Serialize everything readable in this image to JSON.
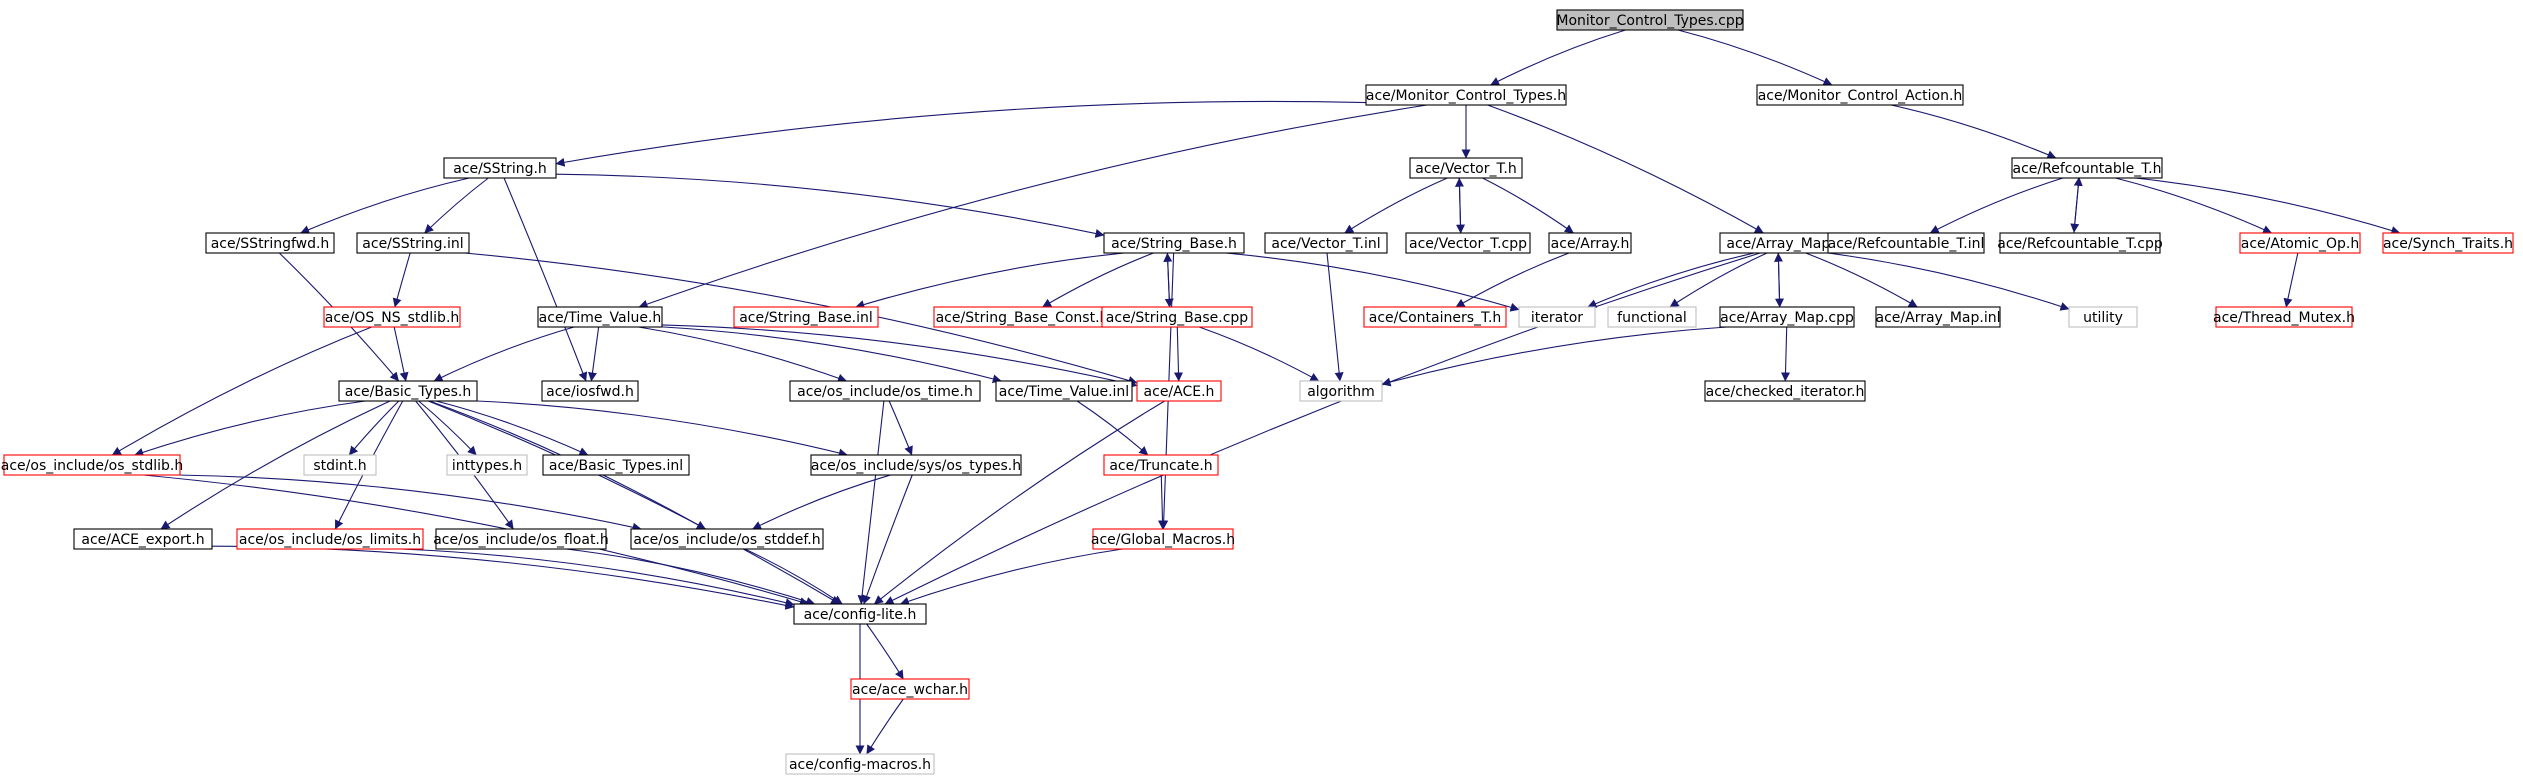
{
  "graph": {
    "title": "Monitor_Control_Types.cpp",
    "colors": {
      "edge": "#191970",
      "root_fill": "#bfbfbf",
      "normal_border": "#000000",
      "undocumented_border": "#ff0000",
      "external_border": "#bfbfbf"
    },
    "nodes": [
      {
        "id": "root",
        "label": "Monitor_Control_Types.cpp",
        "kind": "root"
      },
      {
        "id": "mct_h",
        "label": "ace/Monitor_Control_Types.h",
        "kind": "normal"
      },
      {
        "id": "mca_h",
        "label": "ace/Monitor_Control_Action.h",
        "kind": "normal"
      },
      {
        "id": "sstring_h",
        "label": "ace/SString.h",
        "kind": "normal"
      },
      {
        "id": "vector_h",
        "label": "ace/Vector_T.h",
        "kind": "normal"
      },
      {
        "id": "refcountable_h",
        "label": "ace/Refcountable_T.h",
        "kind": "normal"
      },
      {
        "id": "sstringfwd_h",
        "label": "ace/SStringfwd.h",
        "kind": "normal"
      },
      {
        "id": "sstring_inl",
        "label": "ace/SString.inl",
        "kind": "normal"
      },
      {
        "id": "string_base_h",
        "label": "ace/String_Base.h",
        "kind": "normal"
      },
      {
        "id": "vector_inl",
        "label": "ace/Vector_T.inl",
        "kind": "normal"
      },
      {
        "id": "vector_cpp",
        "label": "ace/Vector_T.cpp",
        "kind": "normal"
      },
      {
        "id": "array_h",
        "label": "ace/Array.h",
        "kind": "normal"
      },
      {
        "id": "array_map_h",
        "label": "ace/Array_Map.h",
        "kind": "normal"
      },
      {
        "id": "refcountable_inl",
        "label": "ace/Refcountable_T.inl",
        "kind": "normal"
      },
      {
        "id": "refcountable_cpp",
        "label": "ace/Refcountable_T.cpp",
        "kind": "normal"
      },
      {
        "id": "atomic_op_h",
        "label": "ace/Atomic_Op.h",
        "kind": "undocumented"
      },
      {
        "id": "synch_traits_h",
        "label": "ace/Synch_Traits.h",
        "kind": "undocumented"
      },
      {
        "id": "os_ns_stdlib_h",
        "label": "ace/OS_NS_stdlib.h",
        "kind": "undocumented"
      },
      {
        "id": "time_value_h",
        "label": "ace/Time_Value.h",
        "kind": "normal"
      },
      {
        "id": "string_base_inl",
        "label": "ace/String_Base.inl",
        "kind": "undocumented"
      },
      {
        "id": "string_base_const_h",
        "label": "ace/String_Base_Const.h",
        "kind": "undocumented"
      },
      {
        "id": "string_base_cpp",
        "label": "ace/String_Base.cpp",
        "kind": "undocumented"
      },
      {
        "id": "containers_h",
        "label": "ace/Containers_T.h",
        "kind": "undocumented"
      },
      {
        "id": "iterator",
        "label": "iterator",
        "kind": "external"
      },
      {
        "id": "functional",
        "label": "functional",
        "kind": "external"
      },
      {
        "id": "array_map_cpp",
        "label": "ace/Array_Map.cpp",
        "kind": "normal"
      },
      {
        "id": "array_map_inl",
        "label": "ace/Array_Map.inl",
        "kind": "normal"
      },
      {
        "id": "utility",
        "label": "utility",
        "kind": "external"
      },
      {
        "id": "thread_mutex_h",
        "label": "ace/Thread_Mutex.h",
        "kind": "undocumented"
      },
      {
        "id": "basic_types_h",
        "label": "ace/Basic_Types.h",
        "kind": "normal"
      },
      {
        "id": "iosfwd_h",
        "label": "ace/iosfwd.h",
        "kind": "normal"
      },
      {
        "id": "os_time_h",
        "label": "ace/os_include/os_time.h",
        "kind": "normal"
      },
      {
        "id": "time_value_inl",
        "label": "ace/Time_Value.inl",
        "kind": "normal"
      },
      {
        "id": "ace_h",
        "label": "ace/ACE.h",
        "kind": "undocumented"
      },
      {
        "id": "algorithm",
        "label": "algorithm",
        "kind": "external"
      },
      {
        "id": "checked_iterator_h",
        "label": "ace/checked_iterator.h",
        "kind": "normal"
      },
      {
        "id": "os_stdlib_h",
        "label": "ace/os_include/os_stdlib.h",
        "kind": "undocumented"
      },
      {
        "id": "stdint_h",
        "label": "stdint.h",
        "kind": "external"
      },
      {
        "id": "inttypes_h",
        "label": "inttypes.h",
        "kind": "external"
      },
      {
        "id": "basic_types_inl",
        "label": "ace/Basic_Types.inl",
        "kind": "normal"
      },
      {
        "id": "sys_os_types_h",
        "label": "ace/os_include/sys/os_types.h",
        "kind": "normal"
      },
      {
        "id": "truncate_h",
        "label": "ace/Truncate.h",
        "kind": "undocumented"
      },
      {
        "id": "ace_export_h",
        "label": "ace/ACE_export.h",
        "kind": "normal"
      },
      {
        "id": "os_limits_h",
        "label": "ace/os_include/os_limits.h",
        "kind": "undocumented"
      },
      {
        "id": "os_float_h",
        "label": "ace/os_include/os_float.h",
        "kind": "normal"
      },
      {
        "id": "os_stddef_h",
        "label": "ace/os_include/os_stddef.h",
        "kind": "normal"
      },
      {
        "id": "global_macros_h",
        "label": "ace/Global_Macros.h",
        "kind": "undocumented"
      },
      {
        "id": "config_lite_h",
        "label": "ace/config-lite.h",
        "kind": "normal"
      },
      {
        "id": "ace_wchar_h",
        "label": "ace/ace_wchar.h",
        "kind": "undocumented"
      },
      {
        "id": "config_macros_h",
        "label": "ace/config-macros.h",
        "kind": "external"
      }
    ],
    "edges": [
      [
        "root",
        "mct_h"
      ],
      [
        "root",
        "mca_h"
      ],
      [
        "mct_h",
        "sstring_h"
      ],
      [
        "mct_h",
        "vector_h"
      ],
      [
        "mct_h",
        "array_map_h"
      ],
      [
        "mct_h",
        "time_value_h"
      ],
      [
        "mca_h",
        "refcountable_h"
      ],
      [
        "refcountable_h",
        "refcountable_inl"
      ],
      [
        "refcountable_h",
        "refcountable_cpp"
      ],
      [
        "refcountable_cpp",
        "refcountable_h"
      ],
      [
        "refcountable_h",
        "atomic_op_h"
      ],
      [
        "refcountable_h",
        "synch_traits_h"
      ],
      [
        "atomic_op_h",
        "thread_mutex_h"
      ],
      [
        "sstring_h",
        "sstringfwd_h"
      ],
      [
        "sstring_h",
        "sstring_inl"
      ],
      [
        "sstring_h",
        "string_base_h"
      ],
      [
        "sstring_h",
        "iosfwd_h"
      ],
      [
        "sstringfwd_h",
        "basic_types_h"
      ],
      [
        "sstring_inl",
        "os_ns_stdlib_h"
      ],
      [
        "sstring_inl",
        "ace_h"
      ],
      [
        "os_ns_stdlib_h",
        "basic_types_h"
      ],
      [
        "os_ns_stdlib_h",
        "os_stdlib_h"
      ],
      [
        "vector_h",
        "vector_inl"
      ],
      [
        "vector_h",
        "vector_cpp"
      ],
      [
        "vector_cpp",
        "vector_h"
      ],
      [
        "vector_h",
        "array_h"
      ],
      [
        "vector_inl",
        "algorithm"
      ],
      [
        "array_h",
        "containers_h"
      ],
      [
        "string_base_h",
        "string_base_inl"
      ],
      [
        "string_base_h",
        "string_base_const_h"
      ],
      [
        "string_base_h",
        "string_base_cpp"
      ],
      [
        "string_base_cpp",
        "string_base_h"
      ],
      [
        "string_base_h",
        "iterator"
      ],
      [
        "string_base_h",
        "global_macros_h"
      ],
      [
        "string_base_cpp",
        "ace_h"
      ],
      [
        "string_base_cpp",
        "algorithm"
      ],
      [
        "array_map_h",
        "iterator"
      ],
      [
        "array_map_h",
        "functional"
      ],
      [
        "array_map_h",
        "array_map_cpp"
      ],
      [
        "array_map_cpp",
        "array_map_h"
      ],
      [
        "array_map_h",
        "array_map_inl"
      ],
      [
        "array_map_h",
        "utility"
      ],
      [
        "array_map_h",
        "config_lite_h"
      ],
      [
        "array_map_cpp",
        "algorithm"
      ],
      [
        "array_map_cpp",
        "checked_iterator_h"
      ],
      [
        "time_value_h",
        "basic_types_h"
      ],
      [
        "time_value_h",
        "iosfwd_h"
      ],
      [
        "time_value_h",
        "os_time_h"
      ],
      [
        "time_value_h",
        "time_value_inl"
      ],
      [
        "time_value_h",
        "ace_h"
      ],
      [
        "time_value_inl",
        "truncate_h"
      ],
      [
        "truncate_h",
        "global_macros_h"
      ],
      [
        "global_macros_h",
        "config_lite_h"
      ],
      [
        "ace_h",
        "config_lite_h"
      ],
      [
        "os_time_h",
        "sys_os_types_h"
      ],
      [
        "os_time_h",
        "config_lite_h"
      ],
      [
        "basic_types_h",
        "os_stdlib_h"
      ],
      [
        "basic_types_h",
        "stdint_h"
      ],
      [
        "basic_types_h",
        "inttypes_h"
      ],
      [
        "basic_types_h",
        "basic_types_inl"
      ],
      [
        "basic_types_h",
        "sys_os_types_h"
      ],
      [
        "basic_types_h",
        "ace_export_h"
      ],
      [
        "basic_types_h",
        "os_limits_h"
      ],
      [
        "basic_types_h",
        "os_float_h"
      ],
      [
        "basic_types_h",
        "os_stddef_h"
      ],
      [
        "basic_types_h",
        "config_lite_h"
      ],
      [
        "os_stdlib_h",
        "os_stddef_h"
      ],
      [
        "os_stdlib_h",
        "config_lite_h"
      ],
      [
        "sys_os_types_h",
        "os_stddef_h"
      ],
      [
        "sys_os_types_h",
        "config_lite_h"
      ],
      [
        "ace_export_h",
        "config_lite_h"
      ],
      [
        "os_limits_h",
        "config_lite_h"
      ],
      [
        "os_float_h",
        "config_lite_h"
      ],
      [
        "os_stddef_h",
        "config_lite_h"
      ],
      [
        "config_lite_h",
        "ace_wchar_h"
      ],
      [
        "config_lite_h",
        "config_macros_h"
      ],
      [
        "ace_wchar_h",
        "config_macros_h"
      ]
    ]
  }
}
